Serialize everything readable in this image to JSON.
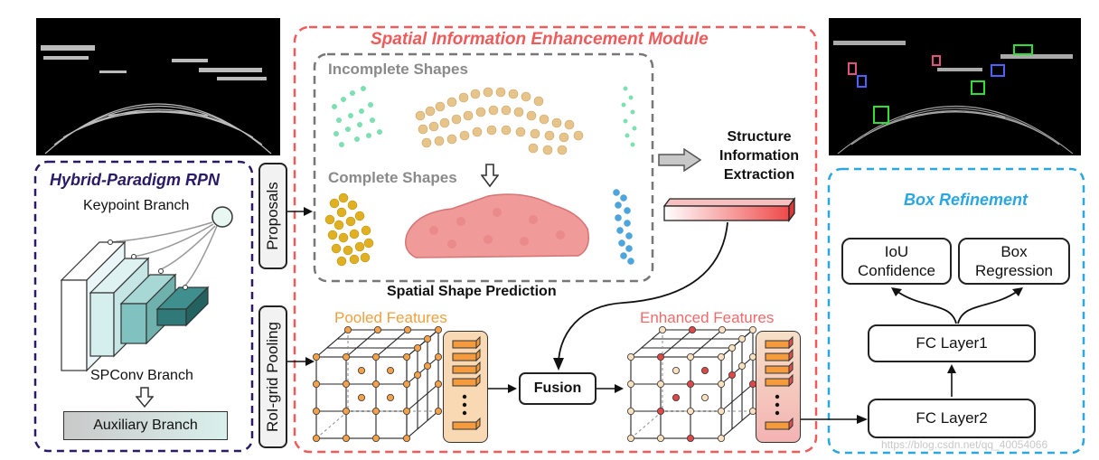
{
  "siem": {
    "title": "Spatial Information Enhancement Module",
    "incomplete_label": "Incomplete Shapes",
    "complete_label": "Complete Shapes",
    "ssp_label": "Spatial Shape Prediction",
    "structure_label_line1": "Structure",
    "structure_label_line2": "Information",
    "structure_label_line3": "Extraction",
    "pooled_label": "Pooled Features",
    "enhanced_label": "Enhanced Features",
    "fusion_label": "Fusion"
  },
  "rpn": {
    "title": "Hybrid-Paradigm RPN",
    "keypoint_label": "Keypoint Branch",
    "spconv_label": "SPConv Branch",
    "auxiliary_label": "Auxiliary Branch"
  },
  "side_tabs": {
    "proposals": "Proposals",
    "roigrid": "RoI-grid Pooling"
  },
  "refine": {
    "title": "Box Refinement",
    "iou_line1": "IoU",
    "iou_line2": "Confidence",
    "box_line1": "Box",
    "box_line2": "Regression",
    "fc1": "FC Layer1",
    "fc2": "FC Layer2"
  },
  "colors": {
    "siem_border": "#ef5a5a",
    "rpn_border": "#2b1a66",
    "refine_border": "#2aa7e0",
    "pooled_text": "#f0a040",
    "enhanced_text": "#f06a6a",
    "refine_title": "#2aa7e0",
    "siem_title": "#ef5a5a",
    "incomplete_green": "#7de0b0",
    "incomplete_tan": "#e6c48a",
    "complete_yellow": "#e0b020",
    "complete_pink": "#f09a9a",
    "complete_blue": "#4aa6e0",
    "rpn_title": "#2b1a66"
  },
  "watermark": "https://blog.csdn.net/qq_40054066"
}
